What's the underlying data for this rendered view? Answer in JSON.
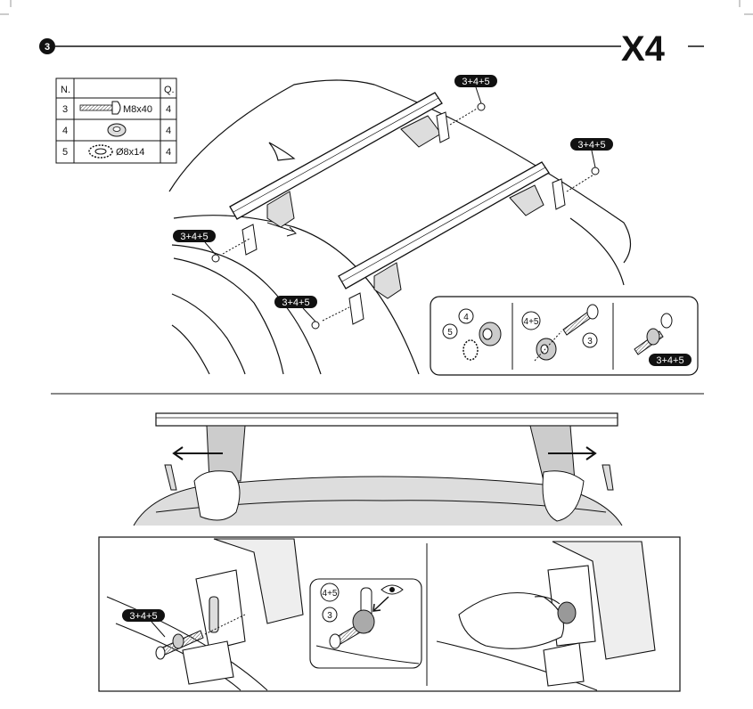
{
  "step": {
    "number": "3",
    "multiplier": "X4"
  },
  "parts_table": {
    "header_n": "N.",
    "header_q": "Q.",
    "rows": [
      {
        "n": "3",
        "label": "M8x40",
        "q": "4",
        "icon": "bolt-icon"
      },
      {
        "n": "4",
        "label": "",
        "q": "4",
        "icon": "washer-icon"
      },
      {
        "n": "5",
        "label": "Ø8x14",
        "q": "4",
        "icon": "lock-washer-icon"
      }
    ]
  },
  "callouts": {
    "combo": "3+4+5",
    "part3": "3",
    "part4": "4",
    "part5": "5",
    "part45": "4+5"
  }
}
